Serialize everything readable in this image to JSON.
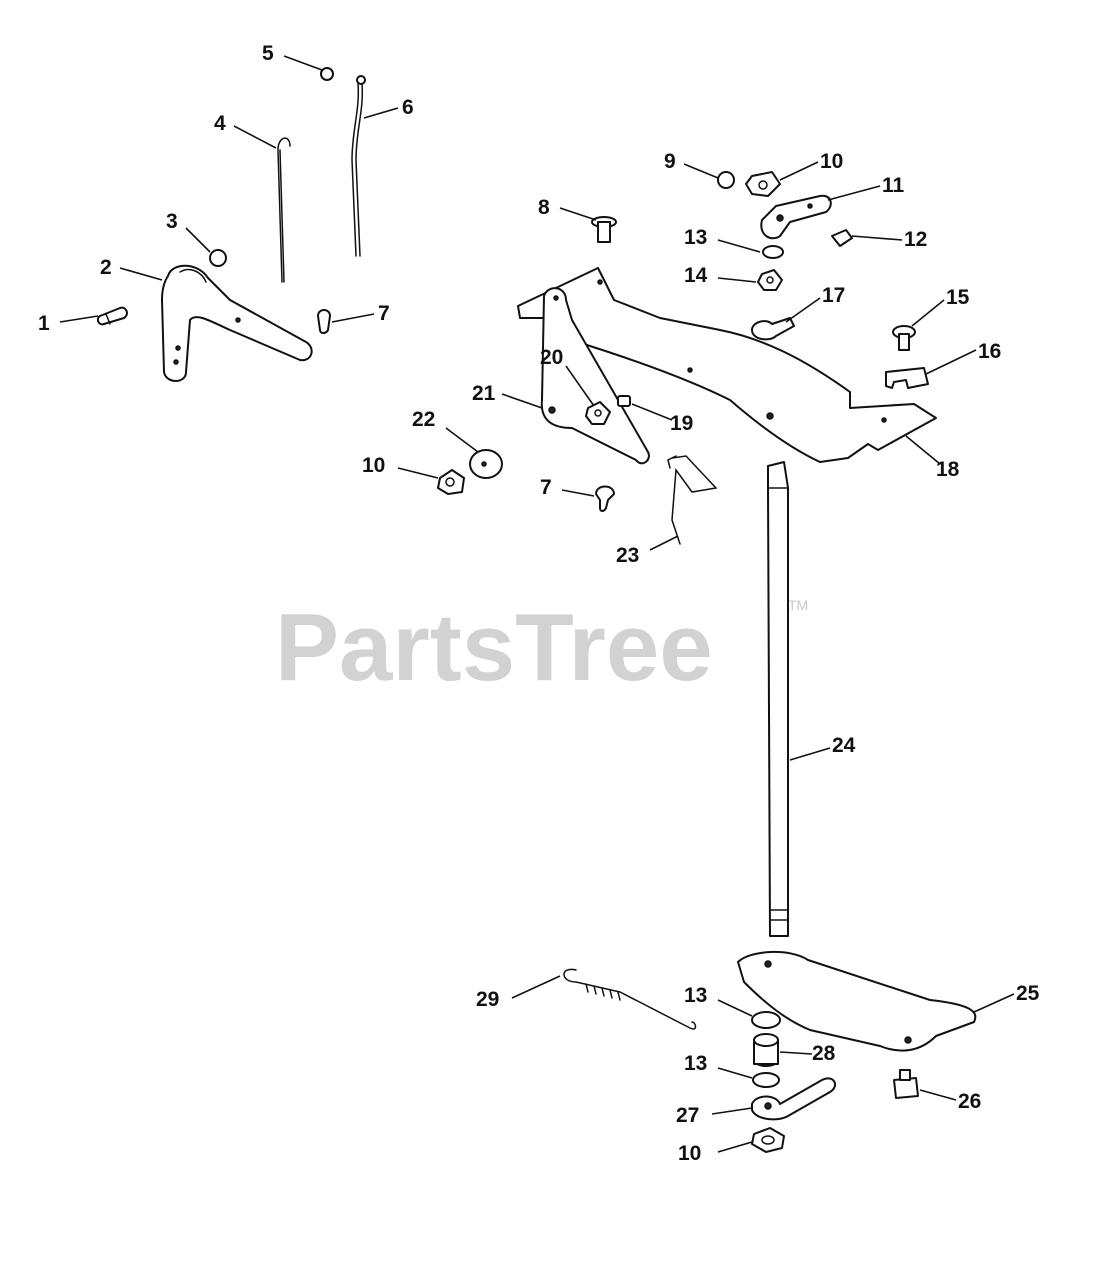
{
  "watermark": {
    "brand": "PartsTree",
    "trademark": "TM"
  },
  "callouts": [
    {
      "id": "c1",
      "text": "1"
    },
    {
      "id": "c2",
      "text": "2"
    },
    {
      "id": "c3",
      "text": "3"
    },
    {
      "id": "c4",
      "text": "4"
    },
    {
      "id": "c5",
      "text": "5"
    },
    {
      "id": "c6",
      "text": "6"
    },
    {
      "id": "c7a",
      "text": "7"
    },
    {
      "id": "c7b",
      "text": "7"
    },
    {
      "id": "c8",
      "text": "8"
    },
    {
      "id": "c9",
      "text": "9"
    },
    {
      "id": "c10a",
      "text": "10"
    },
    {
      "id": "c10b",
      "text": "10"
    },
    {
      "id": "c10c",
      "text": "10"
    },
    {
      "id": "c11",
      "text": "11"
    },
    {
      "id": "c12",
      "text": "12"
    },
    {
      "id": "c13a",
      "text": "13"
    },
    {
      "id": "c13b",
      "text": "13"
    },
    {
      "id": "c13c",
      "text": "13"
    },
    {
      "id": "c14",
      "text": "14"
    },
    {
      "id": "c15",
      "text": "15"
    },
    {
      "id": "c16",
      "text": "16"
    },
    {
      "id": "c17",
      "text": "17"
    },
    {
      "id": "c18",
      "text": "18"
    },
    {
      "id": "c19",
      "text": "19"
    },
    {
      "id": "c20",
      "text": "20"
    },
    {
      "id": "c21",
      "text": "21"
    },
    {
      "id": "c22",
      "text": "22"
    },
    {
      "id": "c23",
      "text": "23"
    },
    {
      "id": "c24",
      "text": "24"
    },
    {
      "id": "c25",
      "text": "25"
    },
    {
      "id": "c26",
      "text": "26"
    },
    {
      "id": "c27",
      "text": "27"
    },
    {
      "id": "c28",
      "text": "28"
    },
    {
      "id": "c29",
      "text": "29"
    }
  ]
}
